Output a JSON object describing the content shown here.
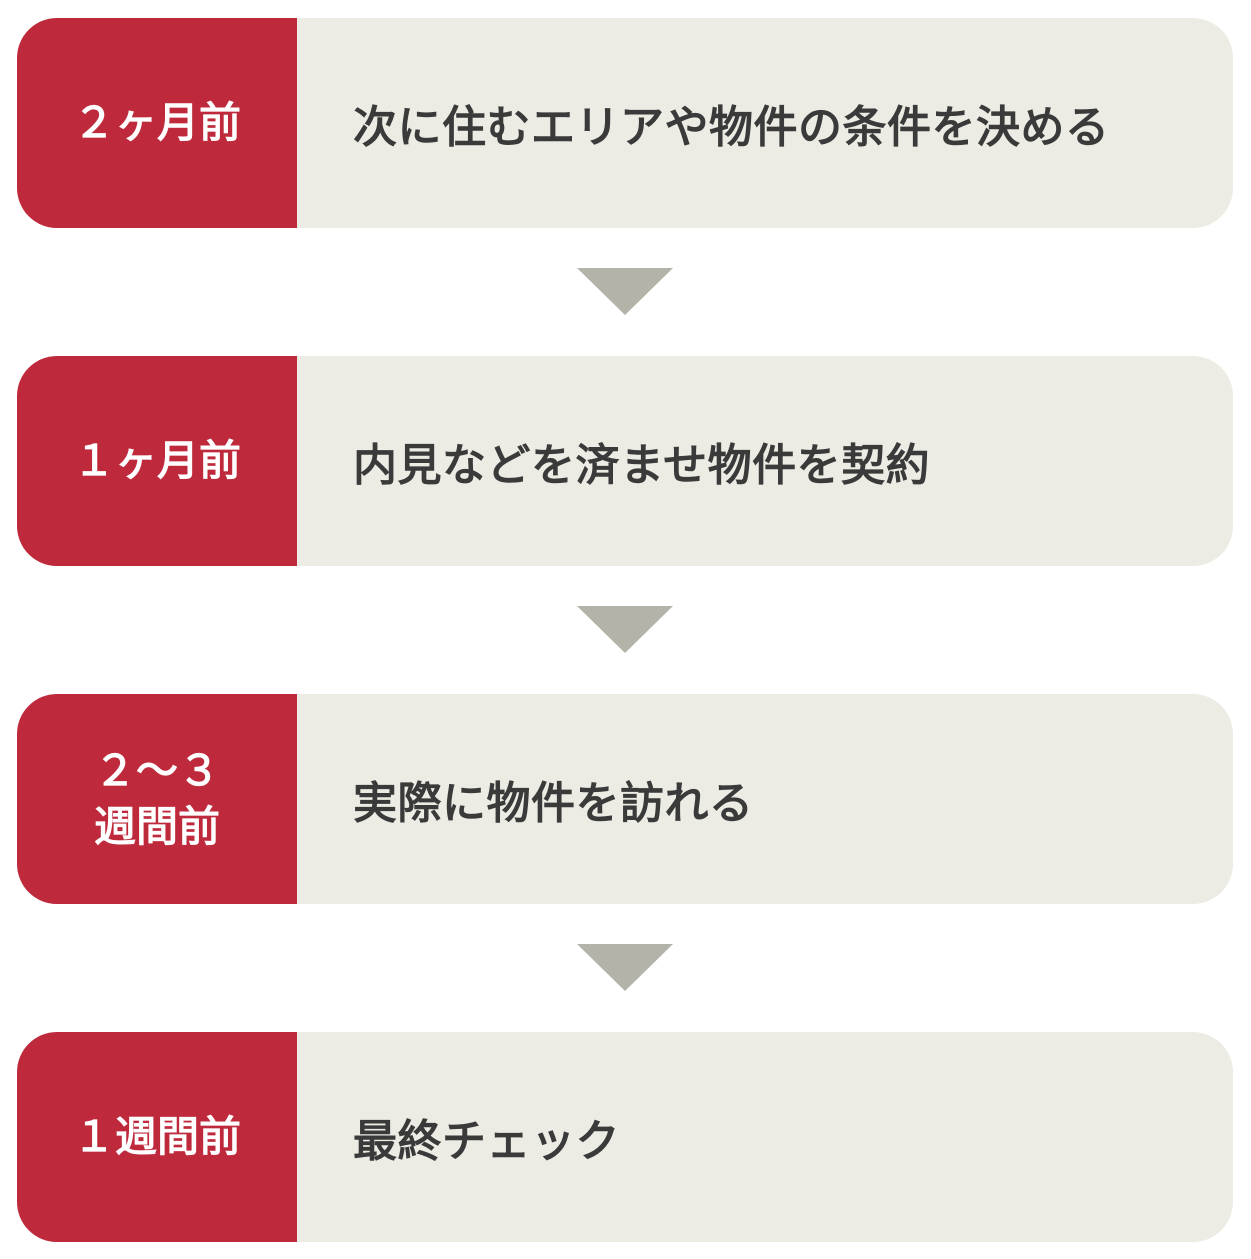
{
  "steps": [
    {
      "timing_lines": [
        "２ヶ月前"
      ],
      "task": "次に住むエリアや物件の条件を決める"
    },
    {
      "timing_lines": [
        "１ヶ月前"
      ],
      "task": "内見などを済ませ物件を契約"
    },
    {
      "timing_lines": [
        "２～３",
        "週間前"
      ],
      "task": "実際に物件を訪れる"
    },
    {
      "timing_lines": [
        "１週間前"
      ],
      "task": "最終チェック"
    }
  ],
  "colors": {
    "timing_background": "#be2a3c",
    "task_background": "#edece4",
    "arrow": "#b4b3aa",
    "task_text": "#3a3a3a"
  }
}
